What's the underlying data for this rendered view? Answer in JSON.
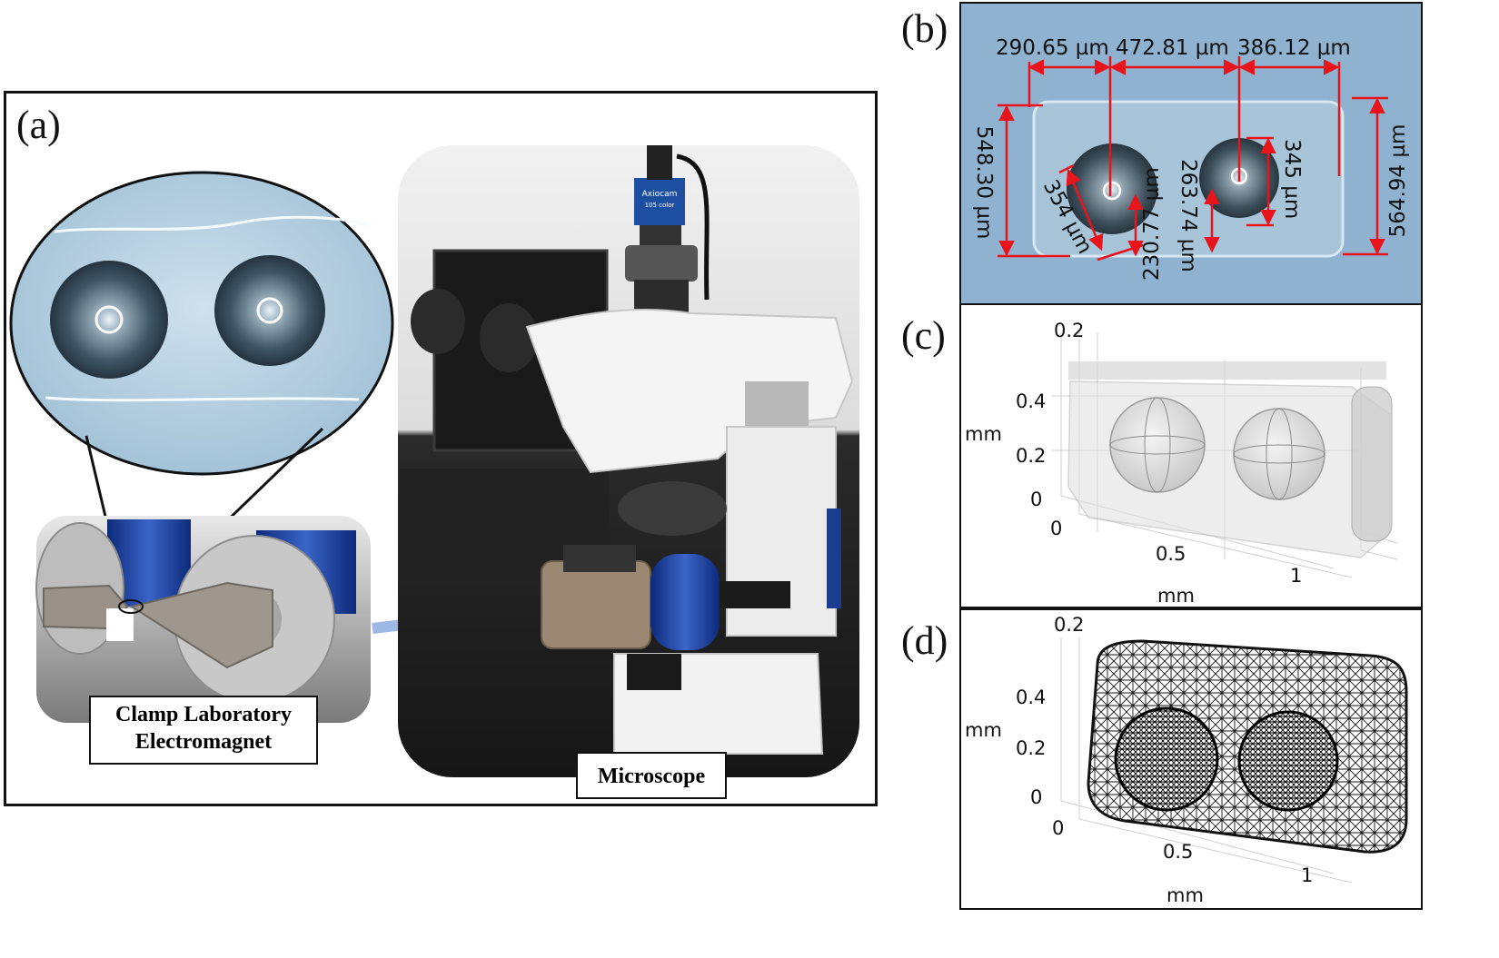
{
  "panel_a": {
    "letter": "(a)",
    "magnet_label_line1": "Clamp Laboratory",
    "magnet_label_line2": "Electromagnet",
    "microscope_label": "Microscope",
    "camera_brand": "Axiocam",
    "camera_model": "105 color"
  },
  "panel_b": {
    "letter": "(b)",
    "measurements": {
      "gap_left": "290.65 µm",
      "gap_middle": "472.81 µm",
      "gap_right": "386.12 µm",
      "height_left": "548.30 µm",
      "height_right": "564.94 µm",
      "diameter_left": "354 µm",
      "depth_left": "230.77 µm",
      "depth_right": "263.74 µm",
      "diameter_right": "345 µm"
    }
  },
  "panel_c": {
    "letter": "(c)",
    "z_ticks": [
      "0.2",
      "0.4",
      "0.2",
      "0"
    ],
    "z_unit": "mm",
    "x_ticks": [
      "0",
      "0.5",
      "1"
    ],
    "x_unit": "mm"
  },
  "panel_d": {
    "letter": "(d)",
    "z_ticks": [
      "0.2",
      "0.4",
      "0.2",
      "0"
    ],
    "z_unit": "mm",
    "x_ticks": [
      "0",
      "0.5",
      "1"
    ],
    "x_unit": "mm"
  },
  "colors": {
    "measure_red": "#e8141b",
    "image_blue": "#8eb2cf",
    "arrow_blue": "#9db8e4",
    "magnet_blue": "#1b3a9a"
  }
}
